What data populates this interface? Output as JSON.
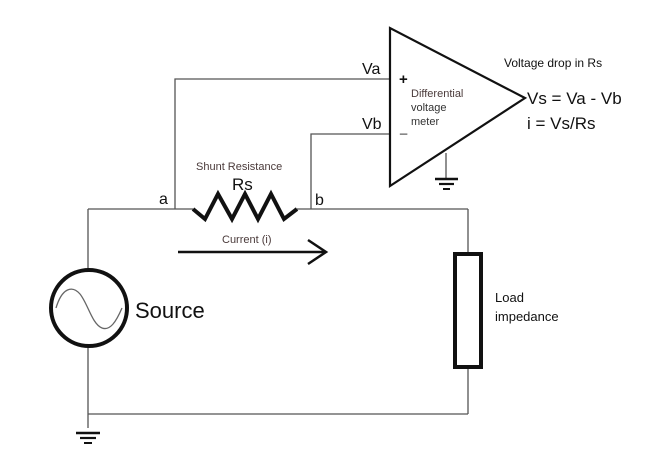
{
  "diagram": {
    "labels": {
      "va": "Va",
      "vb": "Vb",
      "plus": "+",
      "minus": "_",
      "meter_line1": "Differential",
      "meter_line2": "voltage",
      "meter_line3": "meter",
      "voltage_drop_title": "Voltage drop in Rs",
      "formula_vs": "Vs = Va - Vb",
      "formula_i": "i = Vs/Rs",
      "shunt_title": "Shunt Resistance",
      "rs": "Rs",
      "node_a": "a",
      "node_b": "b",
      "current": "Current (i)",
      "source": "Source",
      "load_line1": "Load",
      "load_line2": "impedance"
    },
    "components": [
      {
        "name": "differential-voltage-meter",
        "type": "amplifier-triangle"
      },
      {
        "name": "shunt-resistor",
        "type": "resistor"
      },
      {
        "name": "ac-source",
        "type": "sine-source"
      },
      {
        "name": "load-impedance",
        "type": "impedance-box"
      },
      {
        "name": "ground-meter",
        "type": "ground"
      },
      {
        "name": "ground-source",
        "type": "ground"
      }
    ]
  }
}
